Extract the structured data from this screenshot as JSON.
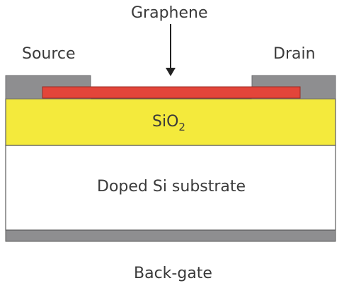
{
  "labels": {
    "graphene": "Graphene",
    "source": "Source",
    "drain": "Drain",
    "oxide_main": "SiO",
    "oxide_sub": "2",
    "substrate": "Doped Si substrate",
    "backgate": "Back-gate"
  },
  "colors": {
    "contact": "#8e8e90",
    "contact_border": "#6e6e70",
    "graphene": "#e3453a",
    "graphene_border": "#9a2a22",
    "oxide": "#f4ea3c",
    "oxide_border": "#5a5a5a",
    "substrate": "#ffffff",
    "substrate_border": "#5a5a5a",
    "backgate": "#8e8e90",
    "arrow": "#222222"
  }
}
